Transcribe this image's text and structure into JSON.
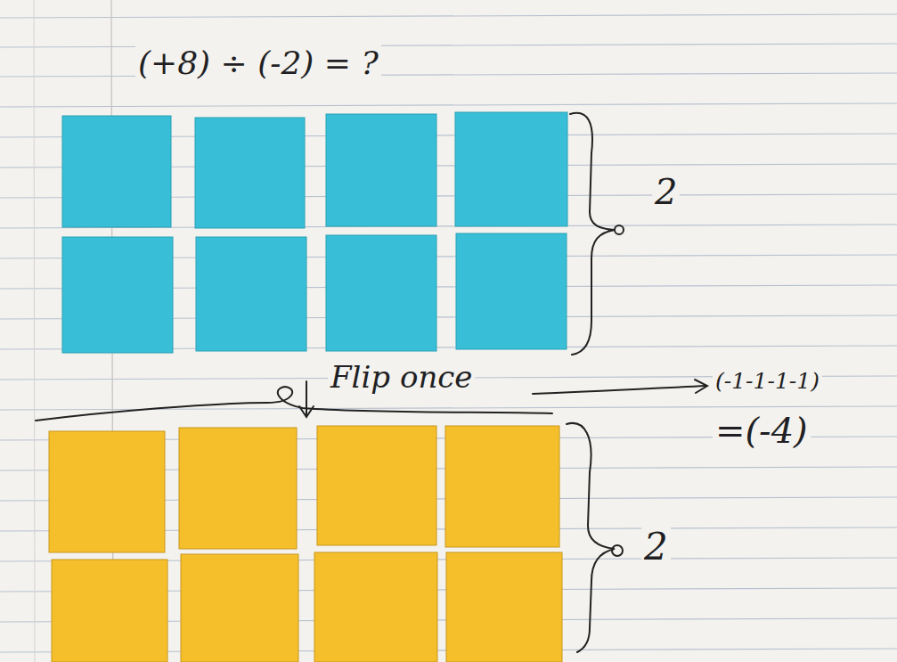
{
  "diagram": {
    "title": "(+8) ÷ (-2) = ?",
    "labels": [
      "2",
      "Flip once",
      "(-1-1-1-1)",
      "=(-4)",
      "2"
    ]
  }
}
